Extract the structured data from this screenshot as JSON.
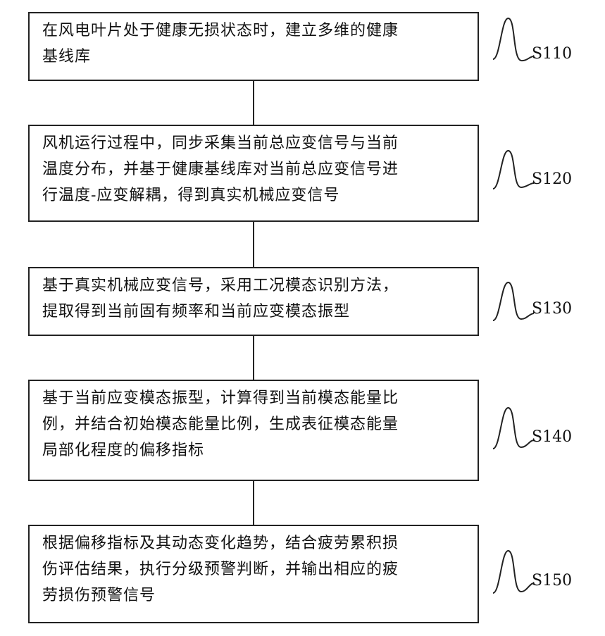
{
  "steps": [
    {
      "id": "S110",
      "lines": [
        "在风电叶片处于健康无损状态时，建立多维的健康",
        "基线库"
      ]
    },
    {
      "id": "S120",
      "lines": [
        "风机运行过程中，同步采集当前总应变信号与当前",
        "温度分布，并基于健康基线库对当前总应变信号进",
        "行温度-应变解耦，得到真实机械应变信号"
      ]
    },
    {
      "id": "S130",
      "lines": [
        "基于真实机械应变信号，采用工况模态识别方法，",
        "提取得到当前固有频率和当前应变模态振型"
      ]
    },
    {
      "id": "S140",
      "lines": [
        "基于当前应变模态振型，计算得到当前模态能量比",
        "例，并结合初始模态能量比例，生成表征模态能量",
        "局部化程度的偏移指标"
      ]
    },
    {
      "id": "S150",
      "lines": [
        "根据偏移指标及其动态变化趋势，结合疲劳累积损",
        "伤评估结果，执行分级预警判断，并输出相应的疲",
        "劳损伤预警信号"
      ]
    }
  ],
  "colors": {
    "line": "#222222",
    "background": "#ffffff",
    "text": "#111111"
  }
}
